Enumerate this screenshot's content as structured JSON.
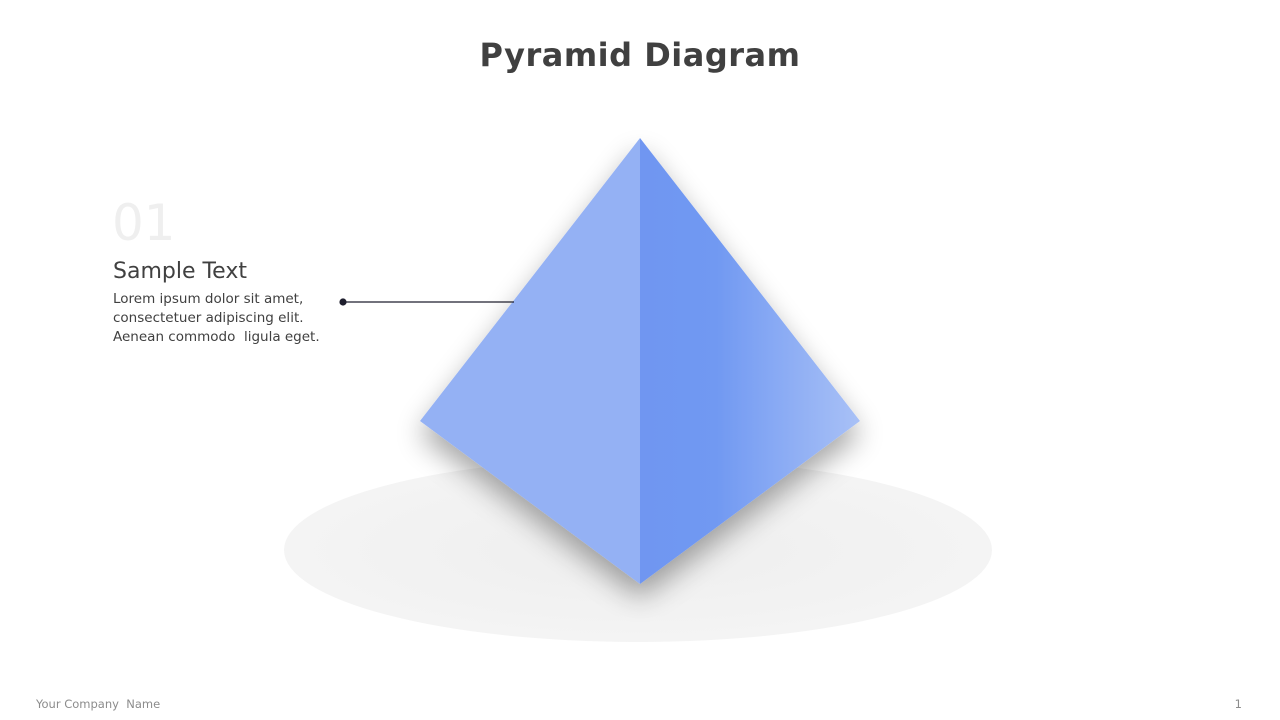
{
  "slide": {
    "title": "Pyramid Diagram"
  },
  "item": {
    "number": "01",
    "heading": "Sample Text",
    "body_lines": [
      "Lorem ipsum dolor sit amet,",
      "consectetuer adipiscing elit.",
      "Aenean commodo  ligula eget."
    ]
  },
  "colors": {
    "left_face": "#94b1f4",
    "right_face": "#6f96f1",
    "right_face_light": "#a8c0f6",
    "shadow_ellipse": "#f2f2f2",
    "connector": "#1f1f2e",
    "title": "#404040"
  },
  "footer": {
    "company": "Your Company  Name",
    "page": "1"
  }
}
